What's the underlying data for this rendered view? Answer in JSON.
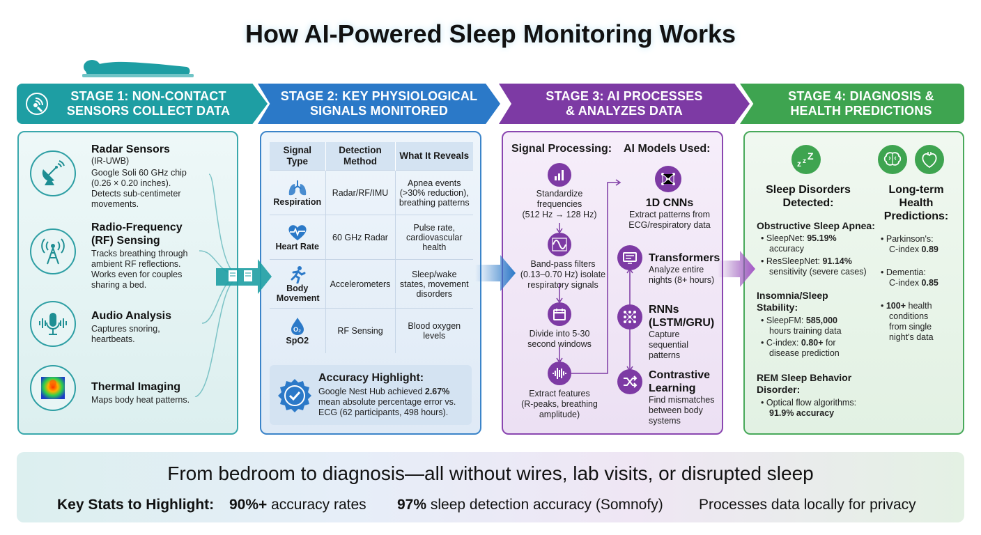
{
  "title": "How AI-Powered Sleep Monitoring Works",
  "colors": {
    "stage1": "#1e9ea3",
    "stage2": "#2b79c8",
    "stage3": "#7d3aa4",
    "stage4": "#3ea450"
  },
  "stages": [
    {
      "line1": "STAGE 1: NON-CONTACT",
      "line2": "SENSORS COLLECT DATA"
    },
    {
      "line1": "STAGE 2: KEY PHYSIOLOGICAL",
      "line2": "SIGNALS MONITORED"
    },
    {
      "line1": "STAGE 3: AI PROCESSES",
      "line2": "& ANALYZES DATA"
    },
    {
      "line1": "STAGE 4: DIAGNOSIS &",
      "line2": "HEALTH PREDICTIONS"
    }
  ],
  "sensors": [
    {
      "icon": "satellite-dish-icon",
      "title": "Radar Sensors",
      "subtitle": "(IR-UWB)",
      "lines": [
        "Google Soli 60 GHz chip",
        "(0.26 × 0.20 inches).",
        "Detects sub-centimeter",
        "movements."
      ]
    },
    {
      "icon": "radio-tower-icon",
      "title": "Radio-Frequency",
      "subtitle": "(RF) Sensing",
      "lines": [
        "Tracks breathing through",
        "ambient RF reflections.",
        "Works even for couples",
        "sharing a bed."
      ]
    },
    {
      "icon": "microphone-icon",
      "title": "Audio Analysis",
      "subtitle": "",
      "lines": [
        "Captures snoring,",
        "heartbeats."
      ]
    },
    {
      "icon": "thermal-image-icon",
      "title": "Thermal Imaging",
      "subtitle": "",
      "lines": [
        "Maps body heat patterns."
      ]
    }
  ],
  "signals_table": {
    "headers": [
      [
        "Signal",
        "Type"
      ],
      [
        "Detection",
        "Method"
      ],
      [
        "What It Reveals"
      ]
    ],
    "rows": [
      {
        "icon": "lungs-icon",
        "signal": "Respiration",
        "method": "Radar/RF/IMU",
        "reveals": [
          "Apnea events",
          "(>30% reduction),",
          "breathing patterns"
        ]
      },
      {
        "icon": "heart-pulse-icon",
        "signal": "Heart Rate",
        "method": "60 GHz Radar",
        "reveals": [
          "Pulse rate,",
          "cardiovascular",
          "health"
        ]
      },
      {
        "icon": "running-person-icon",
        "signal": "Body Movement",
        "method": "Accelerometers",
        "reveals": [
          "Sleep/wake",
          "states, movement",
          "disorders"
        ]
      },
      {
        "icon": "oxygen-icon",
        "signal": "SpO2",
        "method": "RF Sensing",
        "reveals": [
          "Blood oxygen",
          "levels"
        ]
      }
    ]
  },
  "accuracy": {
    "title": "Accuracy Highlight:",
    "line1_pre": "Google Nest Hub achieved ",
    "line1_bold": "2.67%",
    "line2": "mean absolute percentage error vs.",
    "line3": "ECG (62 participants, 498 hours)."
  },
  "processing": {
    "heading": "Signal Processing:",
    "steps": [
      {
        "icon": "bar-chart-icon",
        "lines": [
          "Standardize",
          "frequencies",
          "(512 Hz → 128 Hz)"
        ]
      },
      {
        "icon": "waveform-filter-icon",
        "lines": [
          "Band-pass filters",
          "(0.13–0.70 Hz) isolate",
          "respiratory signals"
        ]
      },
      {
        "icon": "calendar-window-icon",
        "lines": [
          "Divide into 5-30",
          "second windows"
        ]
      },
      {
        "icon": "audio-wave-icon",
        "lines": [
          "Extract features",
          "(R-peaks, breathing",
          "amplitude)"
        ]
      }
    ]
  },
  "models": {
    "heading": "AI Models Used:",
    "items": [
      {
        "icon": "neural-network-icon",
        "title": "1D CNNs",
        "lines": [
          "Extract patterns from",
          "ECG/respiratory data"
        ]
      },
      {
        "icon": "transformer-monitor-icon",
        "title": "Transformers",
        "lines": [
          "Analyze entire",
          "nights (8+ hours)"
        ]
      },
      {
        "icon": "recurrent-network-icon",
        "title": "RNNs",
        "title2": "(LSTM/GRU)",
        "lines": [
          "Capture",
          "sequential",
          "patterns"
        ]
      },
      {
        "icon": "shuffle-icon",
        "title": "Contrastive",
        "title2": "Learning",
        "lines": [
          "Find mismatches",
          "between body",
          "systems"
        ]
      }
    ]
  },
  "diagnosis": {
    "disorders_heading": [
      "Sleep Disorders",
      "Detected:"
    ],
    "osa_title": "Obstructive Sleep Apnea:",
    "osa_b1_pre": "SleepNet: ",
    "osa_b1_bold": "95.19%",
    "osa_b1_post": "accuracy",
    "osa_b2_pre": "ResSleepNet: ",
    "osa_b2_bold": "91.14%",
    "osa_b2_post": "sensitivity (severe cases)",
    "insomnia_title": [
      "Insomnia/Sleep",
      "Stability:"
    ],
    "ins_b1_pre": "SleepFM: ",
    "ins_b1_bold": "585,000",
    "ins_b1_post": "hours training data",
    "ins_b2_pre": "C-index: ",
    "ins_b2_bold": "0.80+",
    "ins_b2_mid": " for",
    "ins_b2_post": "disease prediction",
    "rem_title": [
      "REM Sleep Behavior",
      "Disorder:"
    ],
    "rem_b1": "Optical flow algorithms:",
    "rem_b1_bold": "91.9% accuracy",
    "predictions_heading": [
      "Long-term",
      "Health",
      "Predictions:"
    ],
    "pred1_l1": "Parkinson's:",
    "pred1_pre": "C-index ",
    "pred1_bold": "0.89",
    "pred2_l1": "Dementia:",
    "pred2_pre": "C-index ",
    "pred2_bold": "0.85",
    "pred3_bold": "100+",
    "pred3_post": " health",
    "pred3_lines": [
      "conditions",
      "from single",
      "night's data"
    ]
  },
  "footer": {
    "main": "From bedroom to diagnosis—all without wires, lab visits, or disrupted sleep",
    "stats_label": "Key Stats to Highlight:",
    "stat1_bold": "90%+",
    "stat1_rest": " accuracy rates",
    "stat2_bold": "97%",
    "stat2_rest": " sleep detection accuracy (Somnofy)",
    "stat3": "Processes data locally for privacy"
  }
}
